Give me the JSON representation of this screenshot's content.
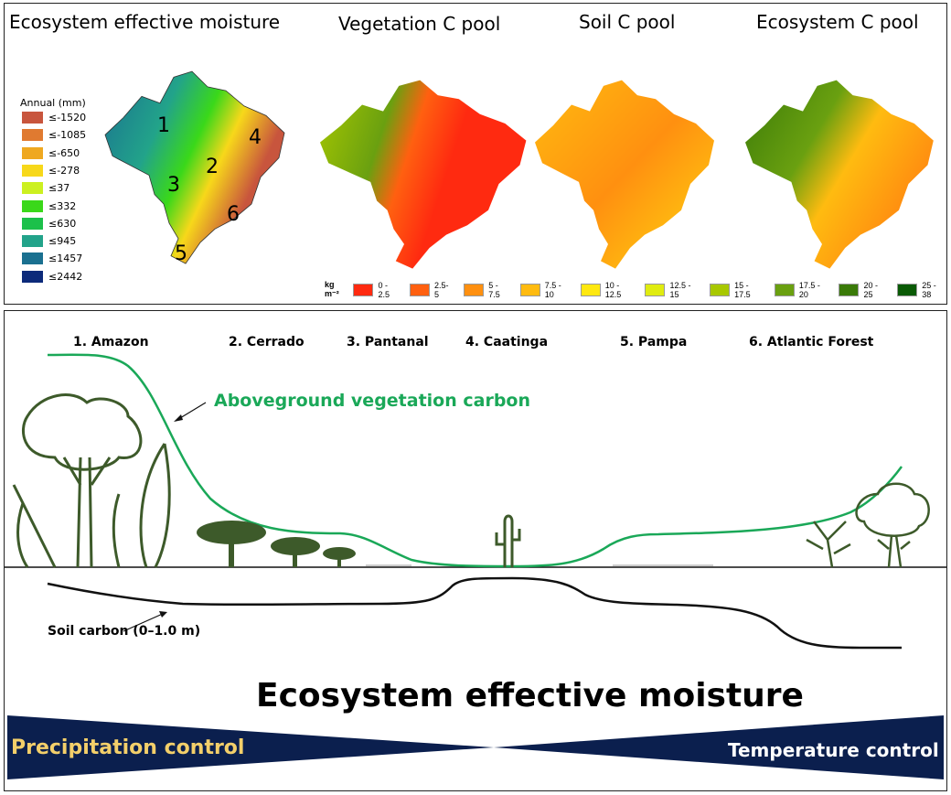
{
  "top_panel": {
    "titles": [
      "Ecosystem effective moisture",
      "Vegetation C pool",
      "Soil C pool",
      "Ecosystem C pool"
    ],
    "moisture_legend": {
      "title": "Annual (mm)",
      "items": [
        {
          "label": "≤-1520",
          "color": "#c8553d"
        },
        {
          "label": "≤-1085",
          "color": "#e07a30"
        },
        {
          "label": "≤-650",
          "color": "#efa820"
        },
        {
          "label": "≤-278",
          "color": "#f7d81a"
        },
        {
          "label": "≤37",
          "color": "#ccf020"
        },
        {
          "label": "≤332",
          "color": "#3ad81a"
        },
        {
          "label": "≤630",
          "color": "#1cc04a"
        },
        {
          "label": "≤945",
          "color": "#22a38a"
        },
        {
          "label": "≤1457",
          "color": "#1a7090"
        },
        {
          "label": "≤2442",
          "color": "#0c2a7a"
        }
      ]
    },
    "region_numbers": [
      "1",
      "2",
      "3",
      "4",
      "5",
      "6"
    ],
    "carbon_legend": {
      "unit": "kg m⁻²",
      "items": [
        {
          "label": "0 - 2.5",
          "color": "#ff2a10"
        },
        {
          "label": "2.5- 5",
          "color": "#ff6010"
        },
        {
          "label": "5 - 7.5",
          "color": "#ff9010"
        },
        {
          "label": "7.5 - 10",
          "color": "#ffbb10"
        },
        {
          "label": "10 - 12.5",
          "color": "#ffe810"
        },
        {
          "label": "12.5 - 15",
          "color": "#e0ec10"
        },
        {
          "label": "15 - 17.5",
          "color": "#a8c800"
        },
        {
          "label": "17.5 - 20",
          "color": "#6aa010"
        },
        {
          "label": "20 - 25",
          "color": "#3a7a08"
        },
        {
          "label": "25 - 38",
          "color": "#0a5a05"
        }
      ]
    }
  },
  "bottom_panel": {
    "biomes": [
      "1. Amazon",
      "2. Cerrado",
      "3. Pantanal",
      "4. Caatinga",
      "5. Pampa",
      "6. Atlantic Forest"
    ],
    "veg_label": "Aboveground vegetation carbon",
    "soil_label": "Soil carbon (0–1.0 m)",
    "axis_title": "Ecosystem effective moisture",
    "left_control": "Precipitation control",
    "right_control": "Temperature control",
    "colors": {
      "veg": "#1aa858",
      "navy": "#0b1f4e",
      "gold": "#f3cf6a",
      "plant": "#3d5a2a"
    }
  }
}
